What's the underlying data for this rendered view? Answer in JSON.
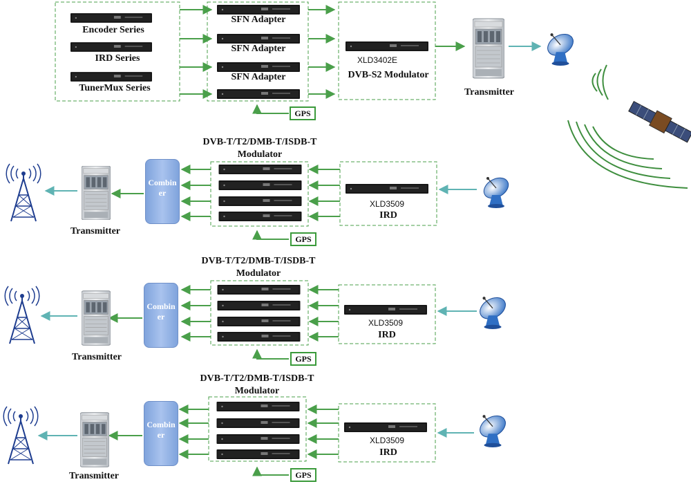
{
  "colors": {
    "arrow": "#4a9f4a",
    "box_border": "#4a9f4a",
    "signal_arrow": "#5fb3b3",
    "combiner": "#8fb0e6",
    "wave": "#3e8e3e"
  },
  "top": {
    "sources": [
      "Encoder Series",
      "IRD Series",
      "TunerMux Series"
    ],
    "adapters": [
      "SFN Adapter",
      "SFN Adapter",
      "SFN Adapter"
    ],
    "gps": "GPS",
    "modulator_model": "XLD3402E",
    "modulator_name": "DVB-S2 Modulator",
    "transmitter": "Transmitter"
  },
  "rows": [
    {
      "modulator_title_1": "DVB-T/T2/DMB-T/ISDB-T",
      "modulator_title_2": "Modulator",
      "ird_model": "XLD3509",
      "ird_name": "IRD",
      "gps": "GPS",
      "combiner_1": "Combin",
      "combiner_2": "er",
      "transmitter": "Transmitter"
    },
    {
      "modulator_title_1": "DVB-T/T2/DMB-T/ISDB-T",
      "modulator_title_2": "Modulator",
      "ird_model": "XLD3509",
      "ird_name": "IRD",
      "gps": "GPS",
      "combiner_1": "Combin",
      "combiner_2": "er",
      "transmitter": "Transmitter"
    },
    {
      "modulator_title_1": "DVB-T/T2/DMB-T/ISDB-T",
      "modulator_title_2": "Modulator",
      "ird_model": "XLD3509",
      "ird_name": "IRD",
      "gps": "GPS",
      "combiner_1": "Combin",
      "combiner_2": "er",
      "transmitter": "Transmitter"
    }
  ]
}
